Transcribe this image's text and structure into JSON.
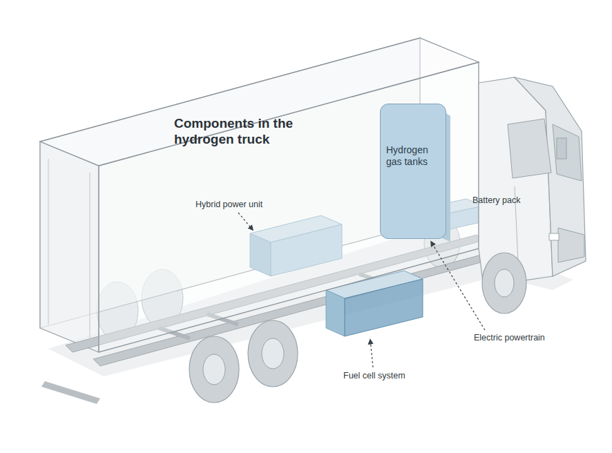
{
  "diagram": {
    "title": "Components in the hydrogen truck",
    "nodes": [
      {
        "text": [
          "Hydrogen gas tanks"
        ]
      }
    ],
    "labels": [
      "Hybrid power unit",
      "Battery pack",
      "Electric powertrain",
      "Fuel cell system"
    ]
  }
}
